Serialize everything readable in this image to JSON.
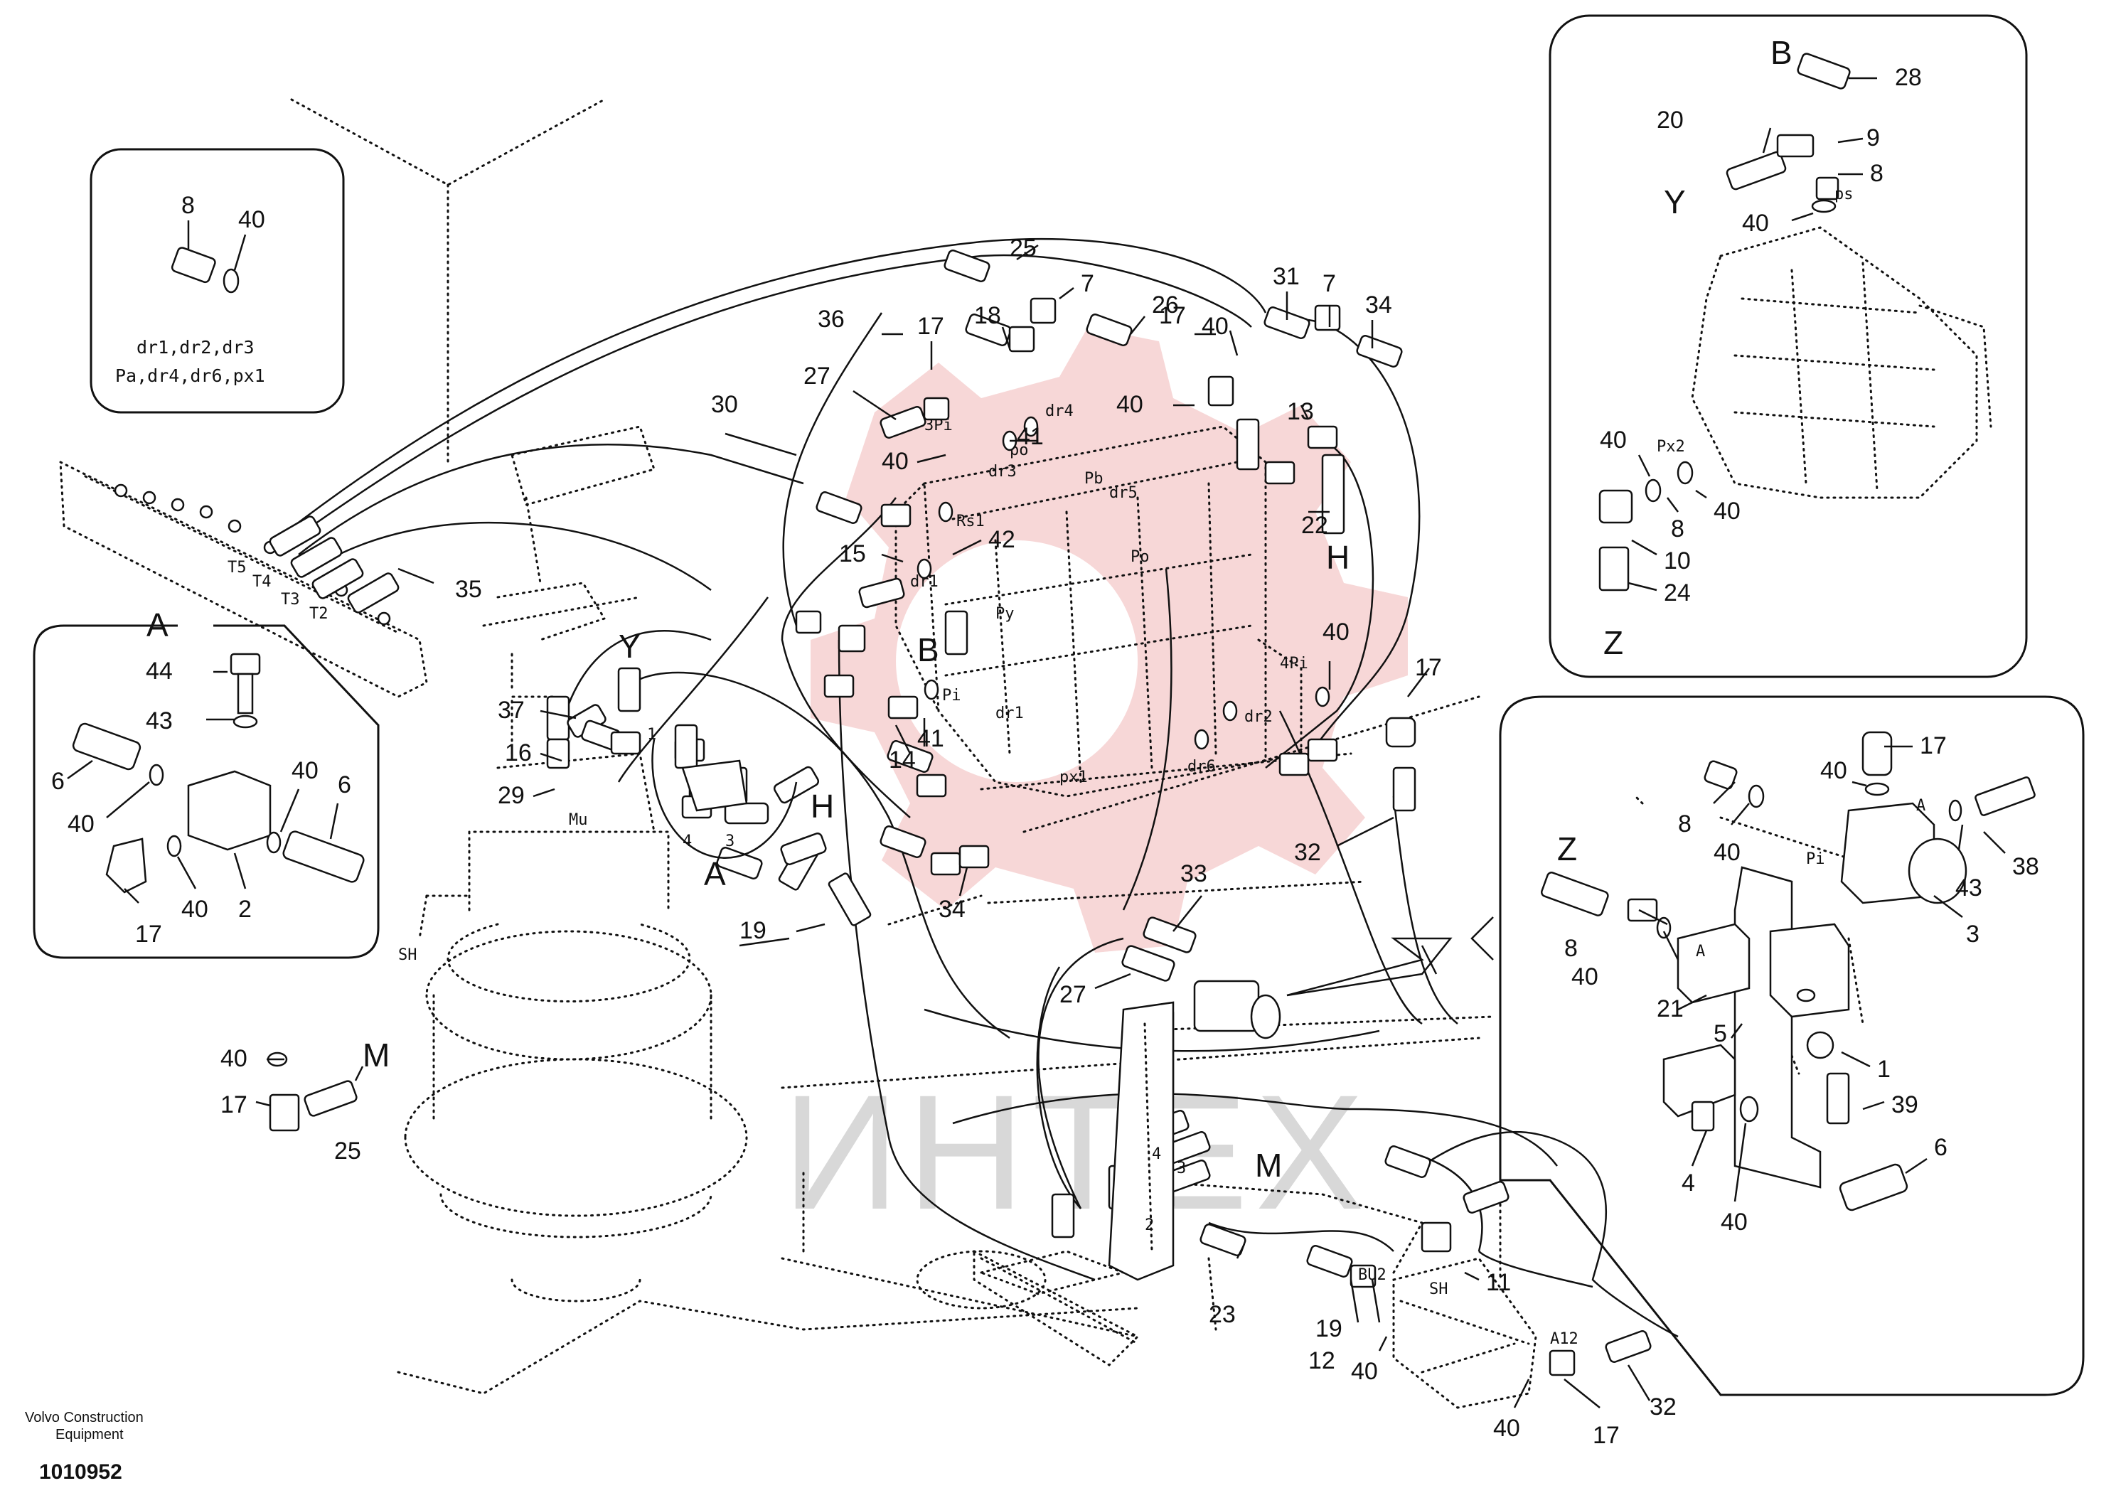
{
  "footer": {
    "maker_line1": "Volvo Construction",
    "maker_line2": "Equipment",
    "drawing_number": "1010952"
  },
  "watermark": {
    "text": "ИНТЕХ",
    "color": "#e98c8c"
  },
  "inset_ports": {
    "item8": "8",
    "item40": "40",
    "line1": "dr1,dr2,dr3",
    "line2": "Pa,dr4,dr6,px1"
  },
  "inset_A": {
    "title": "A",
    "labels": [
      "44",
      "43",
      "6",
      "40",
      "40",
      "6",
      "17",
      "40",
      "2"
    ]
  },
  "inset_pump": {
    "letters": [
      "B",
      "Y",
      "Z"
    ],
    "labels": [
      "28",
      "20",
      "9",
      "8",
      "40",
      "40",
      "8",
      "40",
      "10",
      "24"
    ],
    "ports": [
      "ps",
      "Px2"
    ]
  },
  "inset_block": {
    "letters": [
      "Z"
    ],
    "labels": [
      "17",
      "40",
      "8",
      "40",
      "38",
      "43",
      "8",
      "40",
      "3",
      "21",
      "5",
      "1",
      "39",
      "4",
      "40",
      "6"
    ],
    "ports": [
      "A",
      "Pi",
      "A"
    ]
  },
  "main_labels": [
    "25",
    "7",
    "26",
    "31",
    "7",
    "34",
    "36",
    "17",
    "18",
    "40",
    "17",
    "13",
    "27",
    "40",
    "41",
    "30",
    "40",
    "22",
    "15",
    "42",
    "35",
    "37",
    "16",
    "29",
    "40",
    "17",
    "32",
    "14",
    "41",
    "34",
    "33",
    "19",
    "27",
    "40",
    "17",
    "25",
    "11",
    "23",
    "19",
    "12",
    "40",
    "40",
    "17",
    "32"
  ],
  "main_letters": [
    "H",
    "Y",
    "H",
    "A",
    "M",
    "M"
  ],
  "main_ports": [
    "T5",
    "T4",
    "T3",
    "T2",
    "3Pi",
    "dr4",
    "po",
    "dr3",
    "Pb",
    "dr5",
    "Rs1",
    "Po",
    "dr1",
    "Py",
    "B",
    "Pi",
    "dr1",
    "px1",
    "4Pi",
    "dr2",
    "dr6",
    "Mu",
    "SH",
    "1",
    "4",
    "3",
    "4",
    "3",
    "2",
    "BU2",
    "SH",
    "A12"
  ]
}
